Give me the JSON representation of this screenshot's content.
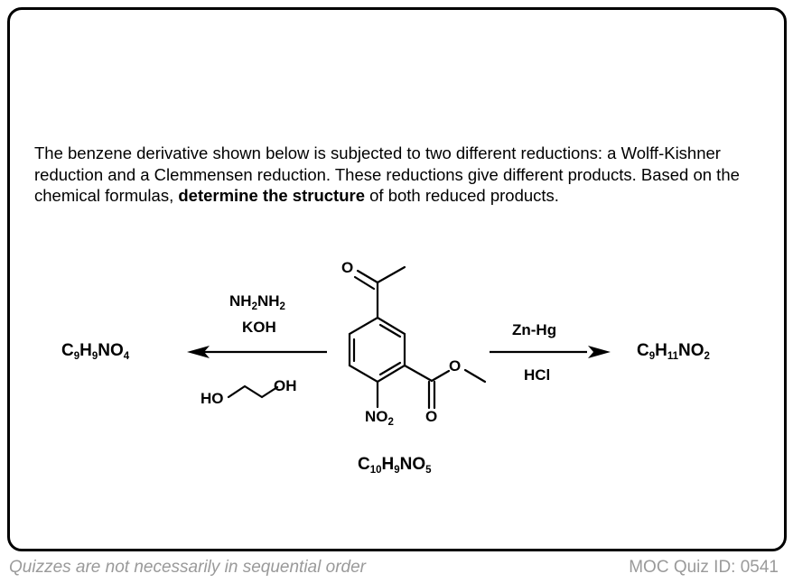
{
  "question": {
    "text_before": "The benzene derivative shown below is subjected to two different reductions: a Wolff-Kishner reduction and a Clemmensen reduction. These reductions give different products. Based on the chemical formulas, ",
    "text_bold": "determine the structure",
    "text_after": " of both reduced products."
  },
  "scheme": {
    "left_reagents": {
      "line1": [
        {
          "t": "NH"
        },
        {
          "s": "2"
        },
        {
          "t": "NH"
        },
        {
          "s": "2"
        }
      ],
      "line2": [
        {
          "t": "KOH"
        }
      ],
      "solvent_ho": "HO",
      "solvent_oh": "OH"
    },
    "right_reagents": {
      "line1": [
        {
          "t": "Zn-Hg"
        }
      ],
      "line2": [
        {
          "t": "HCl"
        }
      ]
    },
    "left_product": [
      {
        "t": "C"
      },
      {
        "s": "9"
      },
      {
        "t": "H"
      },
      {
        "s": "9"
      },
      {
        "t": "NO"
      },
      {
        "s": "4"
      }
    ],
    "right_product": [
      {
        "t": "C"
      },
      {
        "s": "9"
      },
      {
        "t": "H"
      },
      {
        "s": "11"
      },
      {
        "t": "NO"
      },
      {
        "s": "2"
      }
    ],
    "starting_material_formula": [
      {
        "t": "C"
      },
      {
        "s": "10"
      },
      {
        "t": "H"
      },
      {
        "s": "9"
      },
      {
        "t": "NO"
      },
      {
        "s": "5"
      }
    ],
    "atoms": {
      "ketone_o": "O",
      "ester_o": "O",
      "carbonyl_o": "O",
      "nitro": [
        {
          "t": "NO"
        },
        {
          "s": "2"
        }
      ]
    }
  },
  "footer": {
    "note": "Quizzes are not necessarily in sequential order",
    "quiz_id": "MOC Quiz ID: 0541"
  }
}
